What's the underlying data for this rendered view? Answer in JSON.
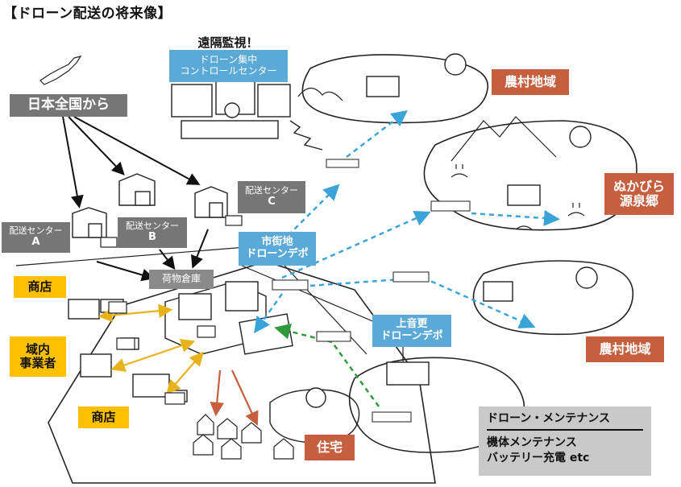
{
  "title": "【ドローン配送の将来像】",
  "remote_monitor": "遠隔監視！",
  "control_center": [
    "ドローン集中",
    "コントロールセンター"
  ],
  "nationwide": "日本全国から",
  "centers": {
    "a": {
      "label": "配送センター",
      "letter": "A"
    },
    "b": {
      "label": "配送センター",
      "letter": "B"
    },
    "c": {
      "label": "配送センター",
      "letter": "C"
    }
  },
  "warehouse": "荷物倉庫",
  "city_depot": [
    "市街地",
    "ドローンデポ"
  ],
  "kamiotofuke_depot": [
    "上音更",
    "ドローンデポ"
  ],
  "shop_top": "商店",
  "shop_bottom": "商店",
  "local_business": [
    "域内",
    "事業者"
  ],
  "rural_top": "農村地域",
  "rural_bottom": "農村地域",
  "nukabira": [
    "ぬかびら",
    "源泉郷"
  ],
  "residence": "住宅",
  "maintenance": {
    "heading": "ドローン・メンテナンス",
    "lines": [
      "機体メンテナンス",
      "バッテリー充電 etc"
    ]
  },
  "colors": {
    "gray_label": "#767676",
    "yellow_label": "#ffc000",
    "rust_label": "#c65f3e",
    "blue_label": "#5aa9d6",
    "drone_route": "#3aa3d8",
    "maintenance_route": "#2e9a3c",
    "shop_link": "#e8b21a",
    "home_link": "#c65f3e"
  }
}
